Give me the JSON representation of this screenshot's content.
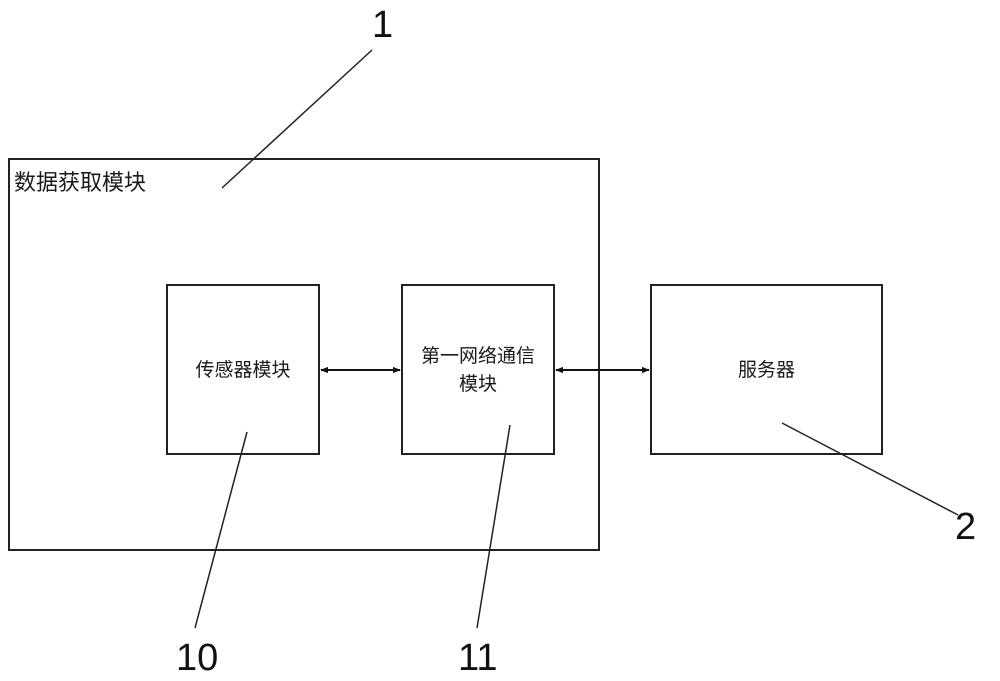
{
  "outer": {
    "label": "数据获取模块"
  },
  "sensor": {
    "label": "传感器模块"
  },
  "comm": {
    "label": "第一网络通信模块"
  },
  "server": {
    "label": "服务器"
  },
  "refs": {
    "outer": "1",
    "server": "2",
    "sensor": "10",
    "comm": "11"
  },
  "colors": {
    "stroke": "#222222",
    "text": "#1a1a1a"
  }
}
